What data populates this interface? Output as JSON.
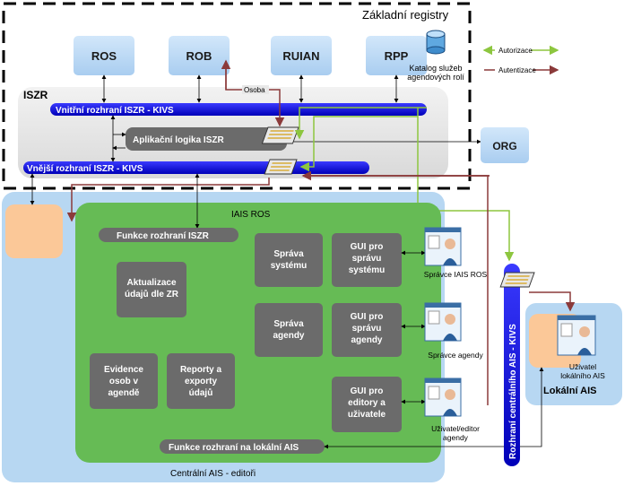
{
  "title": "Základní registry",
  "registries": [
    {
      "id": "ros",
      "label": "ROS"
    },
    {
      "id": "rob",
      "label": "ROB"
    },
    {
      "id": "ruian",
      "label": "RUIAN"
    },
    {
      "id": "rpp",
      "label": "RPP"
    }
  ],
  "catalog_label_lines": [
    "Katalog služeb",
    "agendových rolí"
  ],
  "legend": {
    "authorization": "Autorizace",
    "authentication": "Autentizace"
  },
  "colors": {
    "authorization": "#8dc63f",
    "authentication": "#8b3a3a",
    "bus": "#1010e0",
    "box": "#6b6b6b",
    "green_area": "#66bb55",
    "light_blue": "#b7d7f2"
  },
  "iszr": {
    "label": "ISZR",
    "inner_bus": "Vnitřní rozhraní ISZR  - KIVS",
    "app_logic": "Aplikační logika ISZR",
    "outer_bus": "Vnější rozhraní ISZR  - KIVS",
    "osoba": "Osoba"
  },
  "org_label": "ORG",
  "iais": {
    "title": "IAIS ROS",
    "iszr_interface": "Funkce rozhraní ISZR",
    "local_interface": "Funkce rozhraní na lokální AIS",
    "boxes": {
      "update_lines": [
        "Aktualizace",
        "údajů dle ZR"
      ],
      "evidence_lines": [
        "Evidence",
        "osob v",
        "agendě"
      ],
      "reports_lines": [
        "Reporty a",
        "exporty",
        "údajů"
      ],
      "sys_mgmt_lines": [
        "Správa",
        "systému"
      ],
      "agenda_mgmt_lines": [
        "Správa",
        "agendy"
      ],
      "gui_sys_lines": [
        "GUI pro",
        "správu",
        "systému"
      ],
      "gui_agenda_lines": [
        "GUI pro",
        "správu",
        "agendy"
      ],
      "gui_editor_lines": [
        "GUI pro",
        "editory a",
        "uživatele"
      ]
    }
  },
  "users": {
    "admin": "Správce IAIS ROS",
    "agenda_admin": "Správce agendy",
    "editor_lines": [
      "Uživatel/editor",
      "agendy"
    ],
    "local_user_lines": [
      "Uživatel",
      "lokálního AIS"
    ]
  },
  "central_bus": "Rozhraní centrálního AIS - KIVS",
  "central_ais": "Centrální AIS  - editoři",
  "local_ais": "Lokální AIS"
}
